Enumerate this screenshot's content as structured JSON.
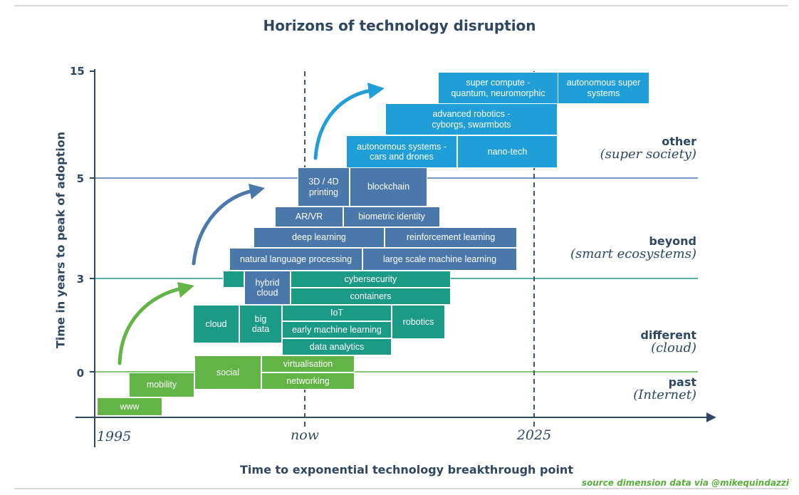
{
  "title": "Horizons of technology disruption",
  "axes": {
    "x_label": "Time to exponential technology breakthrough point",
    "y_label": "Time in years to peak of adoption",
    "y_ticks": [
      "15",
      "5",
      "3",
      "0"
    ],
    "x_ticks": [
      "1995",
      "now",
      "2025"
    ]
  },
  "horizons": [
    {
      "name": "other",
      "sub": "(super society)"
    },
    {
      "name": "beyond",
      "sub": "(smart ecosystems)"
    },
    {
      "name": "different",
      "sub": "(cloud)"
    },
    {
      "name": "past",
      "sub": "(Internet)"
    }
  ],
  "source": "source dimension data via @mikequindazzi",
  "colors": {
    "past": "#62b447",
    "different": "#1b9a86",
    "beyond": "#4a78ab",
    "other": "#1f9ed8",
    "axis": "#2f4761",
    "line_beyond": "#4a78ab",
    "line_different": "#1b9a86",
    "line_past": "#62b447"
  },
  "technologies": [
    {
      "label": "www",
      "horizon": "past"
    },
    {
      "label": "mobility",
      "horizon": "past"
    },
    {
      "label": "social",
      "horizon": "past"
    },
    {
      "label": "virtualisation",
      "horizon": "past"
    },
    {
      "label": "networking",
      "horizon": "past"
    },
    {
      "label": "cloud",
      "horizon": "different"
    },
    {
      "label": "big\ndata",
      "horizon": "different"
    },
    {
      "label": "IoT",
      "horizon": "different"
    },
    {
      "label": "early machine learning",
      "horizon": "different"
    },
    {
      "label": "data analytics",
      "horizon": "different"
    },
    {
      "label": "robotics",
      "horizon": "different"
    },
    {
      "label": "",
      "horizon": "different"
    },
    {
      "label": "hybrid\ncloud",
      "horizon": "beyond"
    },
    {
      "label": "cybersecurity",
      "horizon": "different"
    },
    {
      "label": "containers",
      "horizon": "different"
    },
    {
      "label": "natural language processing",
      "horizon": "beyond"
    },
    {
      "label": "large scale machine learning",
      "horizon": "beyond"
    },
    {
      "label": "deep learning",
      "horizon": "beyond"
    },
    {
      "label": "reinforcement learning",
      "horizon": "beyond"
    },
    {
      "label": "AR/VR",
      "horizon": "beyond"
    },
    {
      "label": "biometric identity",
      "horizon": "beyond"
    },
    {
      "label": "3D / 4D\nprinting",
      "horizon": "beyond"
    },
    {
      "label": "blockchain",
      "horizon": "beyond"
    },
    {
      "label": "autonomous systems -\ncars and drones",
      "horizon": "other"
    },
    {
      "label": "nano-tech",
      "horizon": "other"
    },
    {
      "label": "advanced robotics -\ncyborgs, swarmbots",
      "horizon": "other"
    },
    {
      "label": "super compute -\nquantum, neuromorphic",
      "horizon": "other"
    },
    {
      "label": "autonomous super\nsystems",
      "horizon": "other"
    }
  ]
}
